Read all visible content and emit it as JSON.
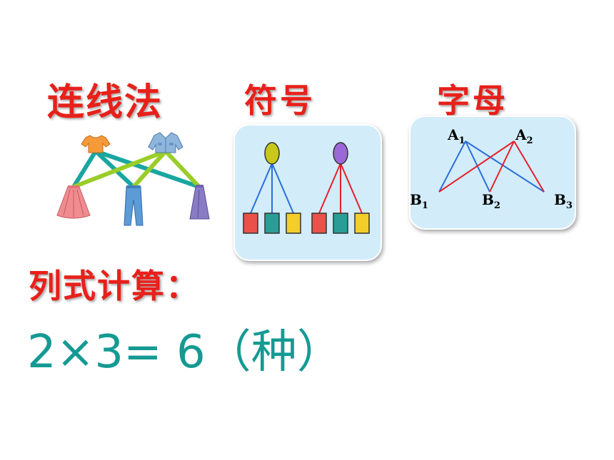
{
  "headings": {
    "line_method": "连线法",
    "symbol_method": "符号",
    "letter_method": "字母",
    "formula_label": "列式计算："
  },
  "formula": {
    "text": "2×3= 6（种）",
    "color": "#159a93"
  },
  "colors": {
    "heading": "#e8201a",
    "panel_bg": "#d2ecfa",
    "line_teal": "#1aa6a0",
    "line_green": "#9acd28",
    "line_blue": "#2b6ed9",
    "line_red": "#e8202a",
    "circle_yellow": "#c7c81a",
    "circle_purple": "#9b68d8",
    "rect_red": "#e8524a",
    "rect_teal": "#2a9d96",
    "rect_yellow": "#f3cd2a"
  },
  "line_method": {
    "tops": [
      "t-shirt-icon",
      "jacket-icon"
    ],
    "bottoms": [
      "skirt-icon",
      "jeans-icon",
      "long-skirt-icon"
    ]
  },
  "symbol_method": {
    "groups": [
      {
        "circle": "circle_yellow",
        "line": "line_blue",
        "rects": [
          "rect_red",
          "rect_teal",
          "rect_yellow"
        ]
      },
      {
        "circle": "circle_purple",
        "line": "line_red",
        "rects": [
          "rect_red",
          "rect_teal",
          "rect_yellow"
        ]
      }
    ]
  },
  "letter_method": {
    "tops": [
      {
        "letter": "A",
        "sub": "1"
      },
      {
        "letter": "A",
        "sub": "2"
      }
    ],
    "bottoms": [
      {
        "letter": "B",
        "sub": "1"
      },
      {
        "letter": "B",
        "sub": "2"
      },
      {
        "letter": "B",
        "sub": "3"
      }
    ]
  }
}
